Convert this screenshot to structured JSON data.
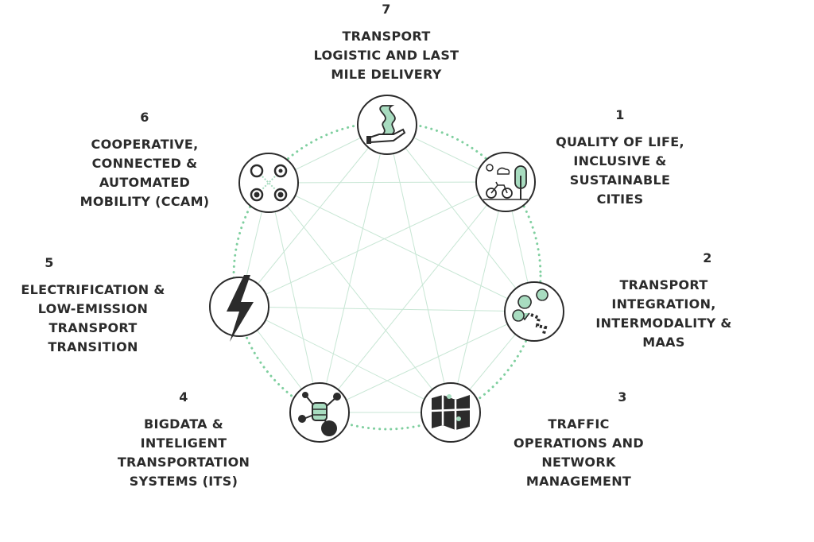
{
  "colors": {
    "ring": "#7fcf9f",
    "edges": "#c7e6d4",
    "accent": "#a8dcc0",
    "ink": "#2b2b2b"
  },
  "nodes": [
    {
      "id": "7",
      "icon": "road-hand-icon",
      "number": "7",
      "lines": [
        "TRANSPORT",
        "LOGISTIC AND LAST",
        "MILE DELIVERY"
      ]
    },
    {
      "id": "1",
      "icon": "sustainable-city-icon",
      "number": "1",
      "lines": [
        "QUALITY OF LIFE,",
        "INCLUSIVE &",
        "SUSTAINABLE",
        "CITIES"
      ]
    },
    {
      "id": "2",
      "icon": "map-pins-route-icon",
      "number": "2",
      "lines": [
        "TRANSPORT",
        "INTEGRATION,",
        "INTERMODALITY &",
        "MAAS"
      ]
    },
    {
      "id": "3",
      "icon": "folded-map-icon",
      "number": "3",
      "lines": [
        "TRAFFIC",
        "OPERATIONS AND",
        "NETWORK",
        "MANAGEMENT"
      ]
    },
    {
      "id": "4",
      "icon": "database-network-icon",
      "number": "4",
      "lines": [
        "BIGDATA &",
        "INTELIGENT",
        "TRANSPORTATION",
        "SYSTEMS (ITS)"
      ]
    },
    {
      "id": "5",
      "icon": "lightning-bolt-icon",
      "number": "5",
      "lines": [
        "ELECTRIFICATION &",
        "LOW-EMISSION",
        "TRANSPORT",
        "TRANSITION"
      ]
    },
    {
      "id": "6",
      "icon": "connected-circles-icon",
      "number": "6",
      "lines": [
        "COOPERATIVE,",
        "CONNECTED &",
        "AUTOMATED",
        "MOBILITY (CCAM)"
      ]
    }
  ]
}
